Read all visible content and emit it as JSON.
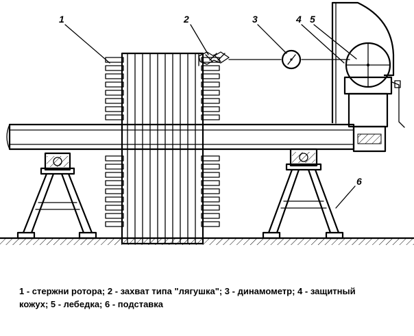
{
  "callouts": [
    {
      "id": "1",
      "label": "1"
    },
    {
      "id": "2",
      "label": "2"
    },
    {
      "id": "3",
      "label": "3"
    },
    {
      "id": "4",
      "label": "4"
    },
    {
      "id": "5",
      "label": "5"
    },
    {
      "id": "6",
      "label": "6"
    }
  ],
  "caption": {
    "line1": "1 - стержни ротора; 2 - захват типа \"лягушка\"; 3 - динамометр; 4 - защитный",
    "line2": "кожух; 5 - лебедка; 6 - подставка"
  }
}
